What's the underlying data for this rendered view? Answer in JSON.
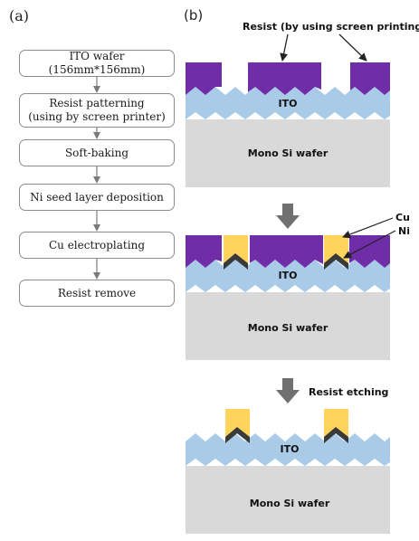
{
  "panel_a": {
    "label": "(a)",
    "steps": [
      {
        "lines": [
          "ITO wafer (156mm*156mm)"
        ]
      },
      {
        "lines": [
          "Resist patterning",
          "(using by screen printer)"
        ]
      },
      {
        "lines": [
          "Soft-baking"
        ]
      },
      {
        "lines": [
          "Ni seed layer deposition"
        ]
      },
      {
        "lines": [
          "Cu electroplating"
        ]
      },
      {
        "lines": [
          "Resist remove"
        ]
      }
    ]
  },
  "panel_b": {
    "label": "(b)",
    "callout_resist": "Resist (by using screen printing)",
    "callout_cu": "Cu",
    "callout_ni": "Ni",
    "step_label_etching": "Resist etching",
    "layer_ito": "ITO",
    "layer_wafer": "Mono Si wafer",
    "colors": {
      "resist": "#6f2da8",
      "ito": "#a9cbe8",
      "wafer": "#d9d9d9",
      "cu": "#ffd45c",
      "ni": "#3a3a3a",
      "arrow": "#707070"
    }
  }
}
